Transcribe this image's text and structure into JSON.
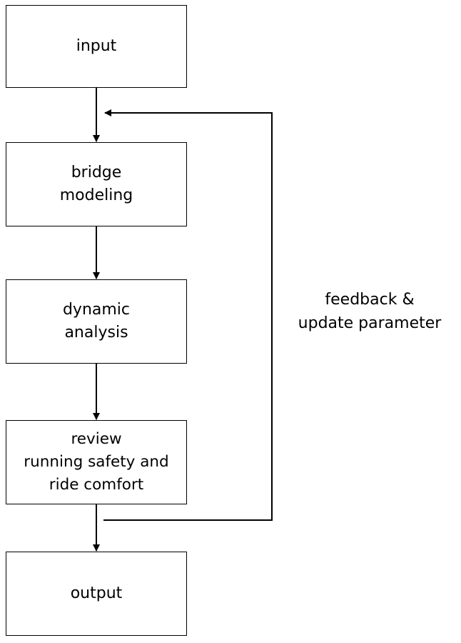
{
  "steps": [
    {
      "lines": [
        "input"
      ]
    },
    {
      "lines": [
        "bridge",
        "modeling"
      ]
    },
    {
      "lines": [
        "dynamic",
        "analysis"
      ]
    },
    {
      "lines": [
        "review",
        "running safety and",
        "ride comfort"
      ]
    },
    {
      "lines": [
        "output"
      ]
    }
  ],
  "feedback": {
    "lines": [
      "feedback &",
      "update parameter"
    ]
  },
  "colors": {
    "stroke": "#000000",
    "background": "#ffffff"
  }
}
